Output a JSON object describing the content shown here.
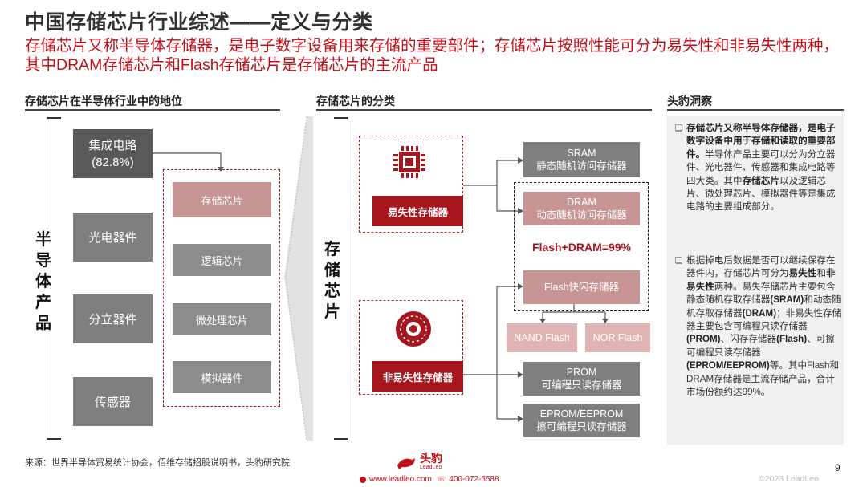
{
  "header": {
    "title": "中国存储芯片行业综述——定义与分类",
    "subtitle": "存储芯片又称半导体存储器，是电子数字设备用来存储的重要部件；存储芯片按照性能可分为易失性和非易失性两种，其中DRAM存储芯片和Flash存储芯片是存储芯片的主流产品"
  },
  "left": {
    "heading": "存储芯片在半导体行业中的地位",
    "vertical_label": "半导体产品",
    "categories": [
      {
        "label": "集成电路",
        "sub": "(82.8%)"
      },
      {
        "label": "光电器件"
      },
      {
        "label": "分立器件"
      },
      {
        "label": "传感器"
      }
    ],
    "ic_items": [
      "存储芯片",
      "逻辑芯片",
      "微处理芯片",
      "模拟器件"
    ]
  },
  "middle": {
    "heading": "存储芯片的分类",
    "vertical_label": "存储芯片",
    "volatile": "易失性存储器",
    "nonvolatile": "非易失性存储器",
    "sram": {
      "name": "SRAM",
      "desc": "静态随机访问存储器"
    },
    "dram": {
      "name": "DRAM",
      "desc": "动态随机访问存储器"
    },
    "share": "Flash+DRAM=99%",
    "flash": "Flash快闪存储器",
    "nand": "NAND Flash",
    "nor": "NOR Flash",
    "prom": {
      "name": "PROM",
      "desc": "可编程只读存储器"
    },
    "eprom": {
      "name": "EPROM/EEPROM",
      "desc": "擦可编程只读存储器"
    }
  },
  "right": {
    "heading": "头豹洞察",
    "bullet": "❑",
    "p1_b1": "存储芯片又称半导体存储器，是电子数字设备中用于存储和读取的重要部件。",
    "p1_t1": "半导体产品主要可以分为分立器件、光电器件、传感器和集成电路等四大类。其中",
    "p1_b2": "存储芯片",
    "p1_t2": "以及逻辑芯片、微处理芯片、模拟器件等是集成电路的主要组成部分。",
    "p2_t1": "根据掉电后数据是否可以继续保存在器件内，存储芯片可分为",
    "p2_b1": "易失性",
    "p2_t2": "和",
    "p2_b2": "非易失性",
    "p2_t3": "两种。易失存储芯片主要包含静态随机存取存储器",
    "p2_b3": "(SRAM)",
    "p2_t4": "和动态随机存取存储器",
    "p2_b4": "(DRAM)",
    "p2_t5": "；非易失性存储器主要包含可编程只读存储器",
    "p2_b5": "(PROM)",
    "p2_t6": "、闪存存储器",
    "p2_b6": "(Flash)",
    "p2_t7": "、可擦可编程只读存储器",
    "p2_b7": "(EPROM/EEPROM)",
    "p2_t8": "等。其中Flash和DRAM存储器是主流存储产品，合计市场份额约达99%。"
  },
  "footer": {
    "source": "来源：世界半导体贸易统计协会，佰维存储招股说明书，头豹研究院",
    "logo_cn": "头豹",
    "logo_en": "LeadLeo",
    "website": "www.leadleo.com",
    "phone": "400-072-5588",
    "page": "9",
    "copyright": "©2023 LeadLeo"
  },
  "colors": {
    "accent": "#c0111a",
    "dark_red": "#a5161e",
    "gray": "#7f7f7f",
    "pink": "#c89595"
  }
}
